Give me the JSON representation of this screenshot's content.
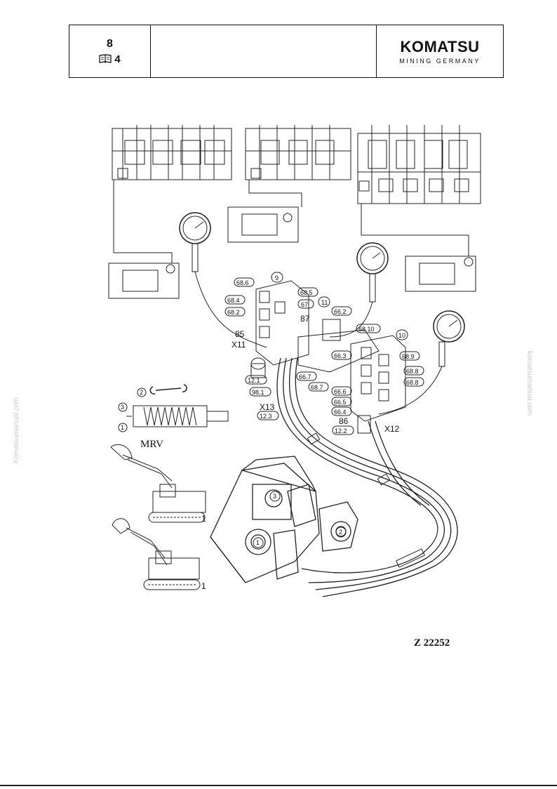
{
  "header": {
    "page_number": "8",
    "book_icon": "book-icon",
    "book_ref": "4",
    "brand": "KOMATSU",
    "brand_sub": "MINING GERMANY"
  },
  "watermarks": {
    "left": "Komatsumanual.com",
    "right": "komatsumanual.com"
  },
  "diagram": {
    "labels": {
      "l686": "68.6",
      "l684": "68.4",
      "l682": "68.2",
      "l9": "9",
      "l685": "68.5",
      "l67": "67",
      "l11": "11",
      "l662": "66.2",
      "l87": "87",
      "l85": "85",
      "lx11": "X11",
      "l121": "12.1",
      "l981": "98.1",
      "lx13": "X13",
      "l123": "12.3",
      "l663": "66.3",
      "l667": "66.7",
      "l687": "68.7",
      "l6810": "68.10",
      "l10": "10",
      "l689": "68.9",
      "l688": "68.8",
      "l6816": "68.8",
      "l666": "66.6",
      "l665": "66.5",
      "l664": "66.4",
      "l86": "86",
      "lx12": "X12",
      "l122": "12.2",
      "c1": "1",
      "c2": "2",
      "c3": "3",
      "mrv": "MRV",
      "ex1": "1",
      "ex2": "1",
      "w1": "1",
      "w2": "2",
      "w3": "3"
    },
    "figure_id": "Z 22252"
  }
}
